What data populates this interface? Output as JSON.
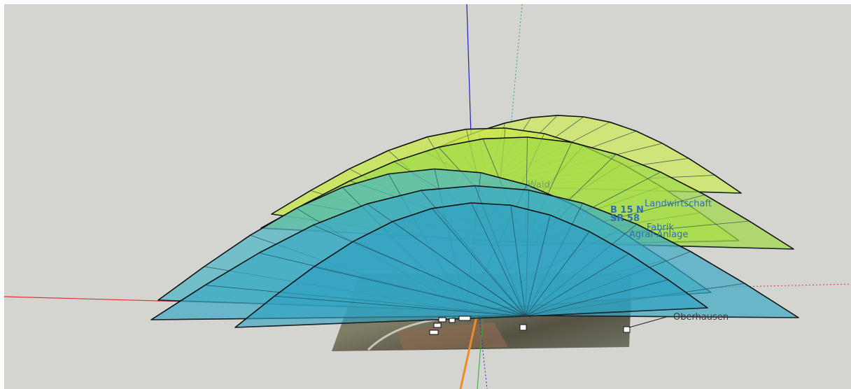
{
  "viewport": {
    "background": "#d4d4d0"
  },
  "axes": {
    "red": "#e03030",
    "green": "#2fa83a",
    "blue": "#2020c0",
    "orange": "#f08a24"
  },
  "fan_colors": {
    "yellow_top": "#d8ef5a",
    "green_mid": "#8fd93c",
    "cyan_bottom": "#2ba7c2"
  },
  "labels": {
    "wald": "Wald",
    "landwirtschaft": "Landwirtschaft",
    "b15n": "B 15 N",
    "sr58": "SR 58",
    "fabrik": "Fabrik",
    "agrar": "Agrar-Anlage",
    "oberhausen": "Oberhausen"
  }
}
